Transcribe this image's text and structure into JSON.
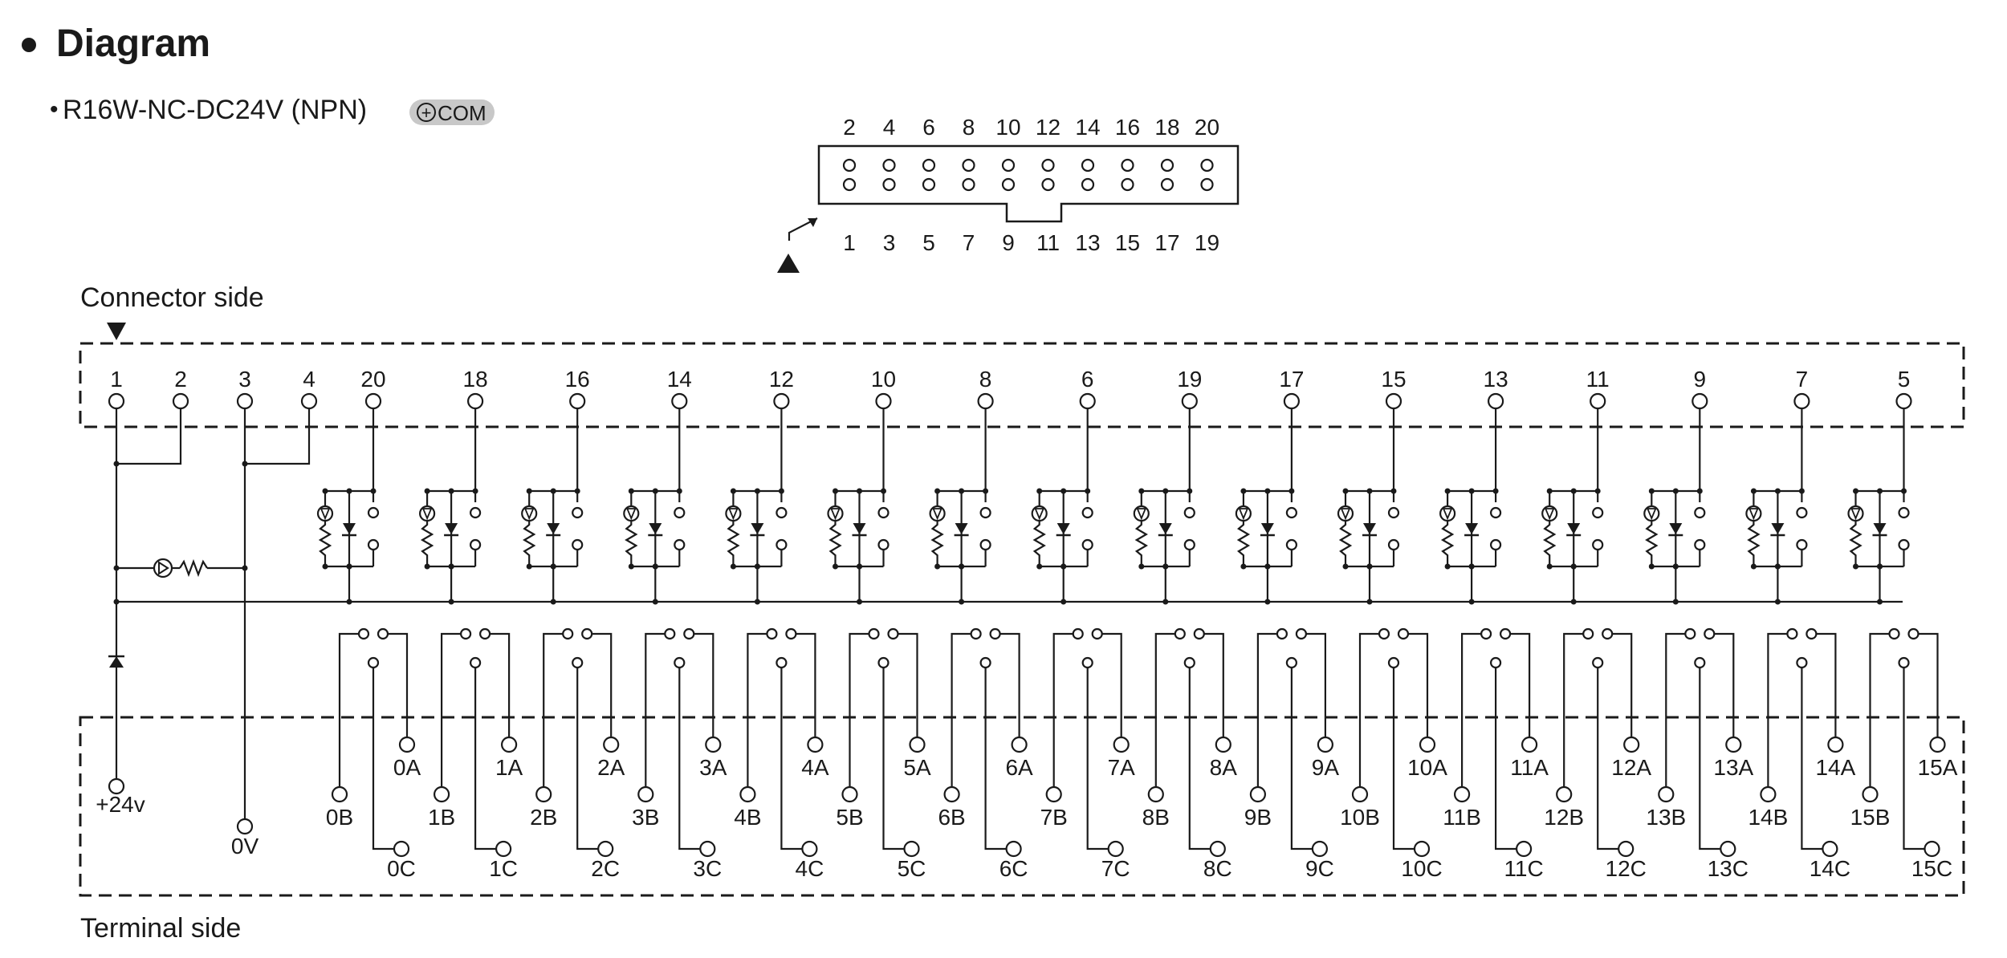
{
  "heading": {
    "bullet": "•",
    "title": "Diagram"
  },
  "model": {
    "bullet": "•",
    "name": "R16W-NC-DC24V (NPN)",
    "badge_plus": "+",
    "badge_text": "COM"
  },
  "connector_pinout": {
    "top_labels": [
      "2",
      "4",
      "6",
      "8",
      "10",
      "12",
      "14",
      "16",
      "18",
      "20"
    ],
    "bottom_labels": [
      "1",
      "3",
      "5",
      "7",
      "9",
      "11",
      "13",
      "15",
      "17",
      "19"
    ]
  },
  "connector_side_label": "Connector side",
  "terminal_side_label": "Terminal side",
  "power_pins": [
    "1",
    "2",
    "3",
    "4"
  ],
  "channel_pins": [
    "20",
    "18",
    "16",
    "14",
    "12",
    "10",
    "8",
    "6",
    "19",
    "17",
    "15",
    "13",
    "11",
    "9",
    "7",
    "5"
  ],
  "supply_terminals": {
    "plus": "+24v",
    "zero": "0V"
  },
  "relay_terminals": [
    {
      "a": "0A",
      "b": "0B",
      "c": "0C"
    },
    {
      "a": "1A",
      "b": "1B",
      "c": "1C"
    },
    {
      "a": "2A",
      "b": "2B",
      "c": "2C"
    },
    {
      "a": "3A",
      "b": "3B",
      "c": "3C"
    },
    {
      "a": "4A",
      "b": "4B",
      "c": "4C"
    },
    {
      "a": "5A",
      "b": "5B",
      "c": "5C"
    },
    {
      "a": "6A",
      "b": "6B",
      "c": "6C"
    },
    {
      "a": "7A",
      "b": "7B",
      "c": "7C"
    },
    {
      "a": "8A",
      "b": "8B",
      "c": "8C"
    },
    {
      "a": "9A",
      "b": "9B",
      "c": "9C"
    },
    {
      "a": "10A",
      "b": "10B",
      "c": "10C"
    },
    {
      "a": "11A",
      "b": "11B",
      "c": "11C"
    },
    {
      "a": "12A",
      "b": "12B",
      "c": "12C"
    },
    {
      "a": "13A",
      "b": "13B",
      "c": "13C"
    },
    {
      "a": "14A",
      "b": "14B",
      "c": "14C"
    },
    {
      "a": "15A",
      "b": "15B",
      "c": "15C"
    }
  ],
  "colors": {
    "line": "#1a1a1a",
    "badge_bg": "#c8c8c8",
    "background": "#ffffff"
  }
}
